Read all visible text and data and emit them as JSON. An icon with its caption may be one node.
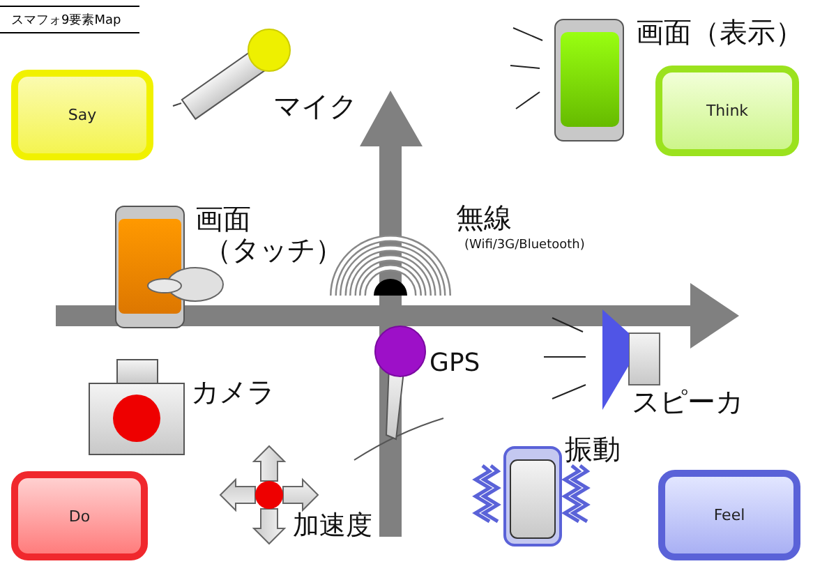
{
  "diagram": {
    "title": "スマフォ9要素Map",
    "nodes": [
      {
        "text": [
          "Say"
        ]
      },
      {
        "text": [
          "Think"
        ]
      },
      {
        "text": [
          "Do"
        ]
      },
      {
        "text": [
          "Feel"
        ]
      }
    ],
    "labels": [
      "マイク",
      "画面（表示）",
      "画面",
      "（タッチ）",
      "無線",
      "(Wifi/3G/Bluetooth)",
      "GPS",
      "カメラ",
      "加速度",
      "スピーカ",
      "振動"
    ]
  }
}
